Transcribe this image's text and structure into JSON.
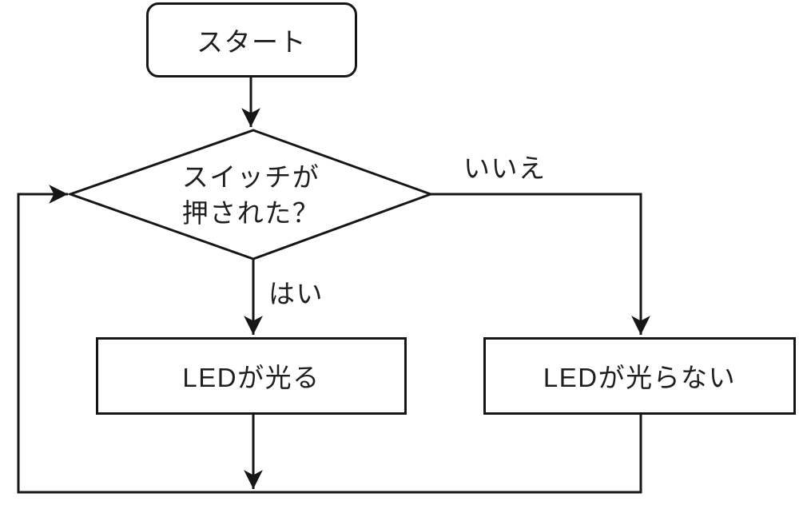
{
  "diagram": {
    "type": "flowchart",
    "background_color": "#ffffff",
    "stroke_color": "#161616",
    "text_color": "#1f1f1f",
    "nodes": {
      "start": {
        "shape": "rounded-rectangle",
        "label": "スタート"
      },
      "decision": {
        "shape": "diamond",
        "label_line1": "スイッチが",
        "label_line2": "押された？"
      },
      "led_on": {
        "shape": "rectangle",
        "label": "LEDが光る"
      },
      "led_off": {
        "shape": "rectangle",
        "label": "LEDが光らない"
      }
    },
    "edges": {
      "yes_branch_label": "はい",
      "no_branch_label": "いいえ"
    }
  }
}
